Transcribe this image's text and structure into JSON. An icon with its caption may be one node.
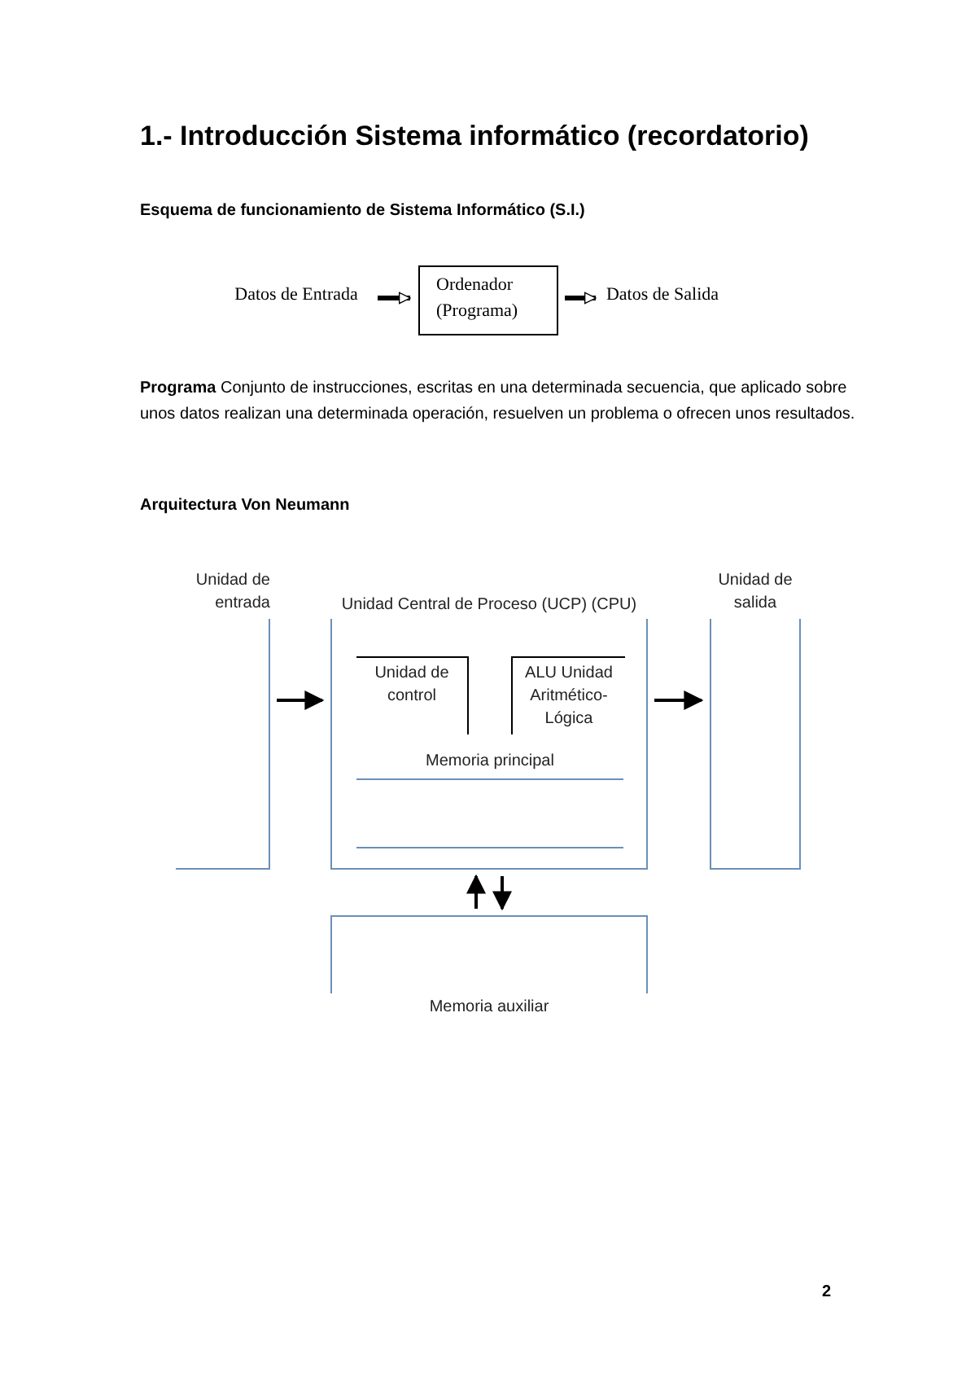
{
  "diagram": {
    "title": "1.- Introducción Sistema informático (recordatorio)",
    "nodes": [
      {
        "text": [
          "Datos de Entrada"
        ]
      },
      {
        "text": [
          "Ordenador (Programa)"
        ]
      },
      {
        "text": [
          "Datos de Salida"
        ]
      },
      {
        "text": [
          "Unidad de entrada"
        ]
      },
      {
        "text": [
          "Unidad Central de Proceso (UCP) (CPU)"
        ]
      },
      {
        "text": [
          "Unidad de control"
        ],
        "in": 4
      },
      {
        "text": [
          "ALU Unidad Aritmético-Lógica"
        ],
        "in": 4
      },
      {
        "text": [
          "Memoria principal"
        ],
        "in": 4
      },
      {
        "text": [
          "Unidad de salida"
        ]
      },
      {
        "text": [
          "Memoria auxiliar"
        ]
      }
    ],
    "edges": [
      {
        "from": 0,
        "to": 1,
        "arrow": "to"
      },
      {
        "from": 1,
        "to": 2,
        "arrow": "to"
      },
      {
        "from": 3,
        "to": 4,
        "arrow": "to"
      },
      {
        "from": 4,
        "to": 8,
        "arrow": "to"
      },
      {
        "from": 9,
        "to": 4,
        "arrow": "to"
      },
      {
        "from": 4,
        "to": 9,
        "arrow": "to"
      }
    ],
    "labels": [
      "Esquema de funcionamiento de Sistema Informático (S.I.)",
      "**Programa** Conjunto de instrucciones, escritas en una determinada secuencia, que aplicado sobre unos datos realizan una determinada operación, resuelven un problema o ofrecen unos resultados.",
      "Arquitectura Von Neumann",
      "2"
    ]
  }
}
